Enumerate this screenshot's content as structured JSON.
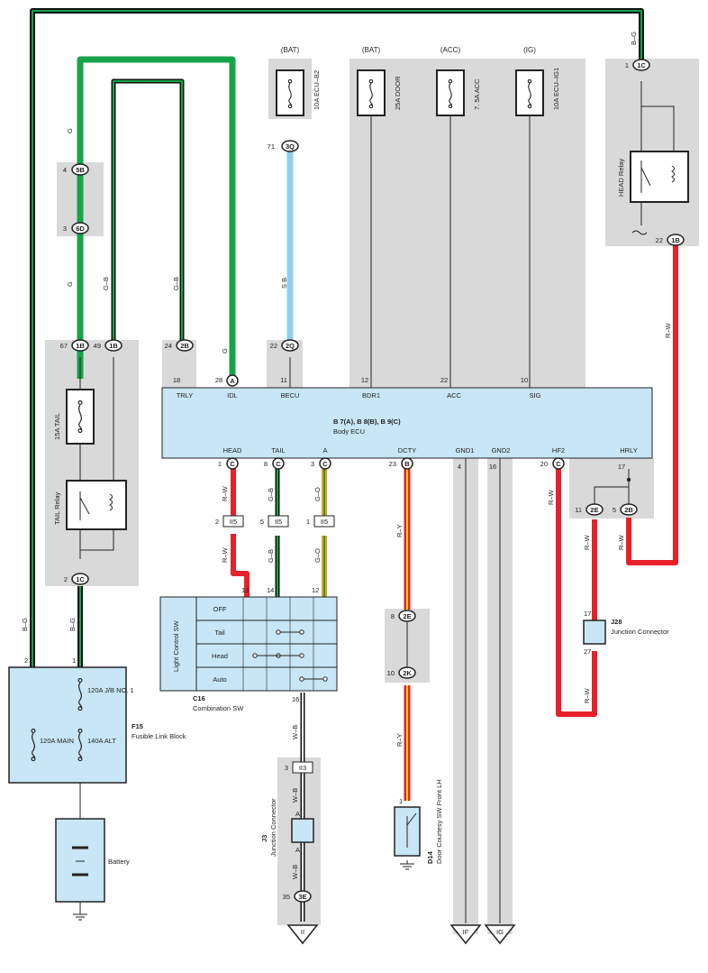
{
  "colors": {
    "wire_green": "#17a34a",
    "wire_blue": "#8fd0ee",
    "wire_red": "#e8202a",
    "wire_orange": "#f39a1e",
    "wire_yellow": "#f5e20a",
    "wire_black": "#111111",
    "panel_gray": "#d9d9d9",
    "ecu_blue": "#c8e6f5"
  },
  "wire_codes": {
    "bg": "B–G",
    "g": "G",
    "gb": "G–B",
    "sb": "S B",
    "rw": "R–W",
    "go": "G–O",
    "ry": "R–Y",
    "wb": "W–B"
  },
  "fuses": [
    {
      "supply": "(BAT)",
      "name": "10A ECU–B2",
      "pin": "71",
      "conn": "3Q"
    },
    {
      "supply": "(BAT)",
      "name": "25A DOOR"
    },
    {
      "supply": "(ACC)",
      "name": "7. 5A ACC"
    },
    {
      "supply": "(IG)",
      "name": "10A ECU–IG1"
    }
  ],
  "tail_block": {
    "fuse": "15A TAIL",
    "relay": "TAIL Relay",
    "conn_top_left": {
      "pin": "67",
      "code": "1B"
    },
    "conn_top_right": {
      "pin": "49",
      "code": "1B"
    },
    "conn_bottom": {
      "pin": "2",
      "code": "1C"
    }
  },
  "junctions_left": [
    {
      "pin": "4",
      "code": "5B"
    },
    {
      "pin": "3",
      "code": "6D"
    }
  ],
  "head_block": {
    "relay": "HEAD Relay",
    "conn_top": {
      "pin": "1",
      "code": "1C"
    },
    "conn_bottom": {
      "pin": "22",
      "code": "1B"
    }
  },
  "ecu": {
    "title": "B 7(A), B 8(B), B 9(C)",
    "subtitle": "Body ECU",
    "top_pins": [
      {
        "label": "TRLY",
        "num": "18"
      },
      {
        "label": "IDL",
        "num": "28",
        "code": "A"
      },
      {
        "label": "BECU",
        "num": "11"
      },
      {
        "label": "BDR1",
        "num": "12"
      },
      {
        "label": "ACC",
        "num": "22"
      },
      {
        "label": "SIG",
        "num": "10"
      }
    ],
    "top_conns": [
      {
        "pin": "24",
        "code": "2B"
      },
      {
        "pin": "22",
        "code": "2Q"
      }
    ],
    "bottom_pins": [
      {
        "label": "HEAD",
        "num": "1",
        "code": "C"
      },
      {
        "label": "TAIL",
        "num": "8",
        "code": "C"
      },
      {
        "label": "A",
        "num": "3",
        "code": "C"
      },
      {
        "label": "DCTY",
        "num": "23",
        "code": "B"
      },
      {
        "label": "GND1",
        "num": "4"
      },
      {
        "label": "GND2",
        "num": "16"
      },
      {
        "label": "HF2",
        "num": "20",
        "code": "C"
      },
      {
        "label": "HRLY",
        "num": "17"
      }
    ]
  },
  "ii5_conns": [
    {
      "pin": "2",
      "code": "II5"
    },
    {
      "pin": "5",
      "code": "II5"
    },
    {
      "pin": "1",
      "code": "II5"
    }
  ],
  "switch": {
    "name": "Light Control SW",
    "pins": [
      "13",
      "14",
      "12",
      "16"
    ],
    "rows": [
      "OFF",
      "Tail",
      "Head",
      "Auto"
    ],
    "ref": "C16",
    "desc": "Combination SW"
  },
  "j3": {
    "ref": "J3",
    "desc": "Junction Connector",
    "conn": {
      "pin": "3",
      "code": "II3"
    },
    "pinA": "A",
    "ground_conn": {
      "pin": "35",
      "code": "3E"
    },
    "ground": "II"
  },
  "door": {
    "conn_top": {
      "pin": "8",
      "code": "2E"
    },
    "conn_bottom": {
      "pin": "10",
      "code": "2K"
    },
    "pin": "1",
    "ref": "D14",
    "desc": "Door Courtesy SW Front LH"
  },
  "grounds": [
    "IF",
    "IG"
  ],
  "hf": {
    "conn_left": {
      "pin": "11",
      "code": "2E"
    },
    "conn_right": {
      "pin": "5",
      "code": "2B"
    }
  },
  "j28": {
    "ref": "J28",
    "desc": "Junction Connector",
    "pin_top": "17",
    "pin_bottom": "27"
  },
  "fusible": {
    "ref": "F15",
    "desc": "Fusible Link Block",
    "main": "120A MAIN",
    "jb": "120A J/B NO. 1",
    "alt": "140A ALT",
    "pin_left": "2",
    "pin_right": "1"
  },
  "battery": "Battery"
}
